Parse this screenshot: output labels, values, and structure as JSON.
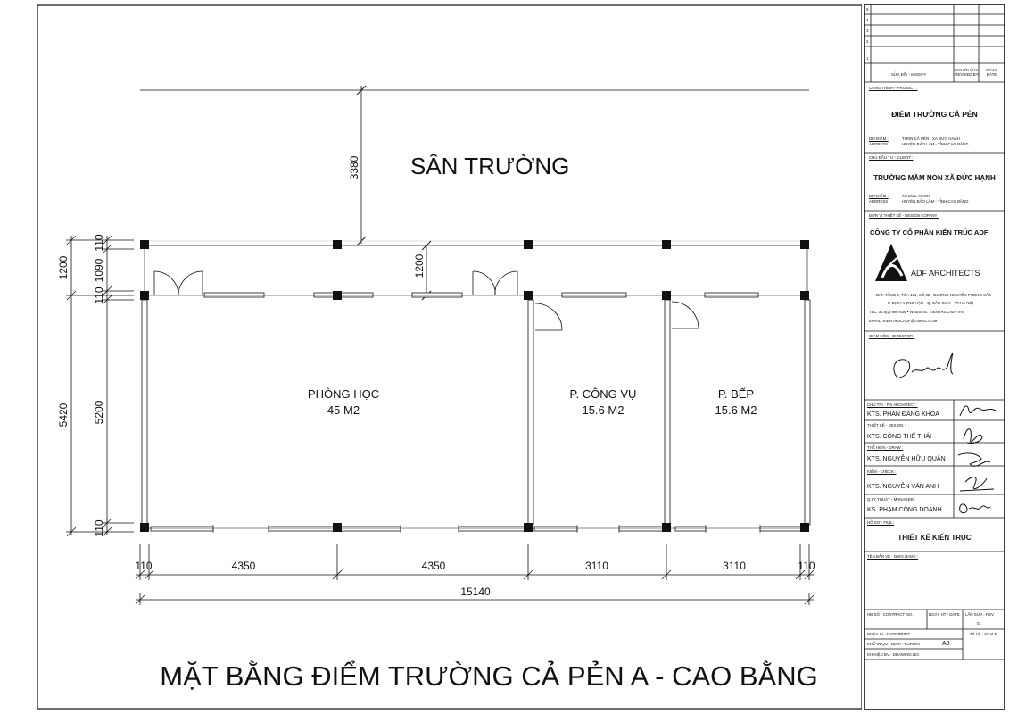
{
  "plan": {
    "yard_label": "SÂN TRƯỜNG",
    "title": "MẶT BẰNG ĐIỂM TRƯỜNG CẢ PẺN A - CAO BẰNG",
    "rooms": [
      {
        "name": "PHÒNG HỌC",
        "area": "45 M2"
      },
      {
        "name": "P. CÔNG VỤ",
        "area": "15.6 M2"
      },
      {
        "name": "P. BẾP",
        "area": "15.6 M2"
      }
    ],
    "dims_bottom": [
      "110",
      "4350",
      "4350",
      "3110",
      "3110",
      "110"
    ],
    "dim_total": "15140",
    "dims_left_inner": [
      "110",
      "1090",
      "110",
      "5200",
      "110"
    ],
    "dims_left_outer": [
      "1200",
      "5420"
    ],
    "dim_yard": "3380",
    "dim_corridor": "1200"
  },
  "titleblock": {
    "rev_rows": [
      "5",
      "4",
      "3",
      "2",
      "1"
    ],
    "rev_header": {
      "modify": "SỬA ĐỔI - MODIFY",
      "revised_by": "NGƯỜI SỬA\nREVISED BY",
      "date": "NGÀY\nDATE"
    },
    "project_label": "CÔNG TRÌNH - PROJECT :",
    "project_name": "ĐIỂM TRƯỜNG CẢ PẺN",
    "address_label": "ĐỊA ĐIỂM :",
    "address_label_en": "ADDRESS",
    "project_address_1": "THÔN CẢ PẺN - XÃ ĐỨC HẠNH",
    "project_address_2": "HUYỆN BẢO LÂM - TỈNH CAO BẰNG",
    "client_label": "CHỦ ĐẦU TƯ - CLIENT :",
    "client_name": "TRƯỜNG MẦM NON XÃ ĐỨC HẠNH",
    "client_address_1": "XÃ ĐỨC HẠNH",
    "client_address_2": "HUYỆN BẢO LÂM - TỈNH CAO BẰNG",
    "design_co_label": "ĐƠN VỊ THIẾT KẾ - DESIGN COPANY :",
    "company_name": "CÔNG TY CỔ PHẦN KIẾN TRÚC ADF",
    "company_logo_text": "ADF ARCHITECTS",
    "company_address_1": "Đ/C: TẦNG 5, TÒA 121, SỐ 85 - ĐƯỜNG NGUYỄN PHONG SẮC",
    "company_address_2": "P. DỊCH VỌNG HẬU - Q. CẦU GIẤY - TP.HÀ NỘI",
    "company_contact": "TEL: 04.6(2) 989 639  •  WEBSITE: KIENTRUCADF.VN",
    "company_email": "EMAIL: KIENTRUCADF@GMAIL.COM",
    "director_label": "GIÁM ĐỐC - DIRECTOR :",
    "people": [
      {
        "role": "CHỦ TRÌ - P.S ARCHITECT :",
        "name": "KTS. PHAN ĐĂNG KHOA"
      },
      {
        "role": "THIẾT KẾ - DESIGN :",
        "name": "KTS. CÔNG THẾ THÁI"
      },
      {
        "role": "THỂ HIỆN - DRAW :",
        "name": "KTS. NGUYỄN HỮU QUÂN"
      },
      {
        "role": "KIỂM - CHECK :",
        "name": "KTS. NGUYỄN VĂN ANH"
      },
      {
        "role": "Q.LÝ THUẬT - MANAGER :",
        "name": "KS. PHẠM CÔNG DOANH"
      }
    ],
    "file_label": "HỒ SƠ - FILE :",
    "file_name": "THIẾT KẾ KIẾN TRÚC",
    "dwg_name_label": "TÊN BẢN VẼ - DWG.NAME :",
    "contract_label": "HĐ SỐ - CONTRACT NO.",
    "date_label": "NGÀY HT - DATE",
    "rev_label": "LẦN SỬA - REV",
    "rev_value": "01",
    "print_label": "NGÀY IN - DATE PRINT",
    "scale_label": "TỶ LỆ - SCALE",
    "format_label": "KHỔ IN QUY ĐỊNH - FORMAT",
    "format_value": "A3",
    "drawing_no_label": "KH HIỆU BV - DRAWING.NO."
  },
  "colors": {
    "line": "#111111",
    "background": "#ffffff"
  }
}
